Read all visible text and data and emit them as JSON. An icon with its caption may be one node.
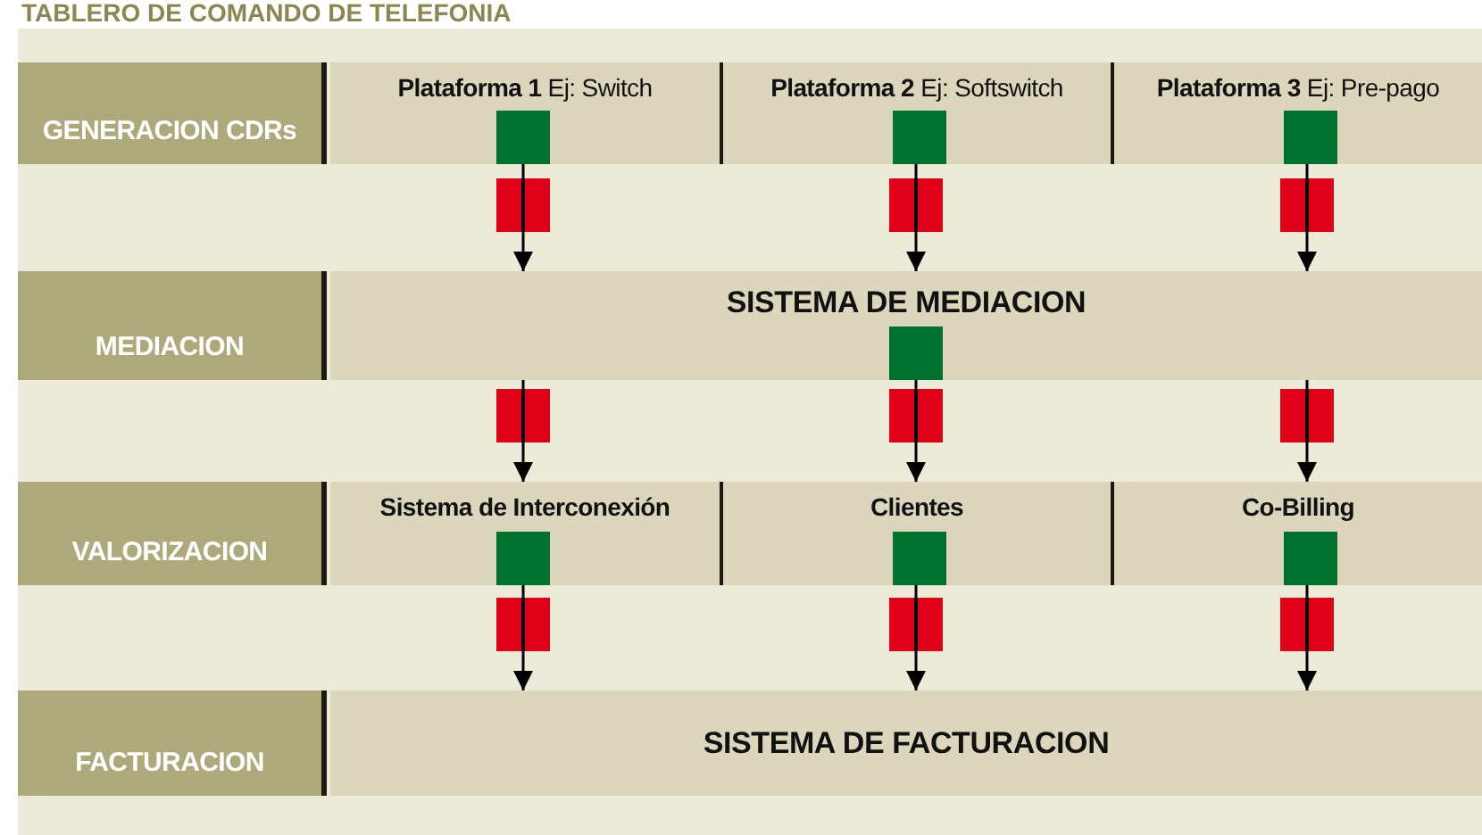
{
  "diagram": {
    "title": "TABLERO DE COMANDO DE TELEFONIA",
    "nodes": [
      {
        "text": [
          "GENERACION CDRs"
        ]
      },
      {
        "text": [
          "**Plataforma 1** Ej: Switch"
        ]
      },
      {
        "text": [],
        "shape": "box",
        "in": 1
      },
      {
        "text": [
          "**Plataforma 2** Ej: Softswitch"
        ]
      },
      {
        "text": [],
        "shape": "box",
        "in": 3
      },
      {
        "text": [
          "**Plataforma 3** Ej: Pre-pago"
        ]
      },
      {
        "text": [],
        "shape": "box",
        "in": 5
      },
      {
        "text": [],
        "shape": "box"
      },
      {
        "text": [],
        "shape": "box"
      },
      {
        "text": [],
        "shape": "box"
      },
      {
        "text": [
          "MEDIACION"
        ]
      },
      {
        "text": [
          "SISTEMA DE MEDIACION"
        ]
      },
      {
        "text": [],
        "shape": "box",
        "in": 11
      },
      {
        "text": [],
        "shape": "box"
      },
      {
        "text": [],
        "shape": "box"
      },
      {
        "text": [],
        "shape": "box"
      },
      {
        "text": [
          "VALORIZACION"
        ]
      },
      {
        "text": [
          "Sistema de Interconexión"
        ]
      },
      {
        "text": [],
        "shape": "box",
        "in": 17
      },
      {
        "text": [
          "Clientes"
        ]
      },
      {
        "text": [],
        "shape": "box",
        "in": 19
      },
      {
        "text": [
          "Co-Billing"
        ]
      },
      {
        "text": [],
        "shape": "box",
        "in": 21
      },
      {
        "text": [],
        "shape": "box"
      },
      {
        "text": [],
        "shape": "box"
      },
      {
        "text": [],
        "shape": "box"
      },
      {
        "text": [
          "FACTURACION"
        ]
      },
      {
        "text": [
          "SISTEMA DE FACTURACION"
        ]
      }
    ],
    "edges": [
      {
        "from": 2,
        "to": 7,
        "arrow": "none"
      },
      {
        "from": 7,
        "to": 11,
        "arrow": "to"
      },
      {
        "from": 4,
        "to": 8,
        "arrow": "none"
      },
      {
        "from": 8,
        "to": 11,
        "arrow": "to"
      },
      {
        "from": 6,
        "to": 9,
        "arrow": "none"
      },
      {
        "from": 9,
        "to": 11,
        "arrow": "to"
      },
      {
        "from": 11,
        "to": 13,
        "arrow": "none"
      },
      {
        "from": 13,
        "to": 17,
        "arrow": "to"
      },
      {
        "from": 12,
        "to": 14,
        "arrow": "none"
      },
      {
        "from": 14,
        "to": 19,
        "arrow": "to"
      },
      {
        "from": 11,
        "to": 15,
        "arrow": "none"
      },
      {
        "from": 15,
        "to": 21,
        "arrow": "to"
      },
      {
        "from": 18,
        "to": 23,
        "arrow": "none"
      },
      {
        "from": 23,
        "to": 27,
        "arrow": "to"
      },
      {
        "from": 20,
        "to": 24,
        "arrow": "none"
      },
      {
        "from": 24,
        "to": 27,
        "arrow": "to"
      },
      {
        "from": 22,
        "to": 25,
        "arrow": "none"
      },
      {
        "from": 25,
        "to": 27,
        "arrow": "to"
      }
    ]
  }
}
